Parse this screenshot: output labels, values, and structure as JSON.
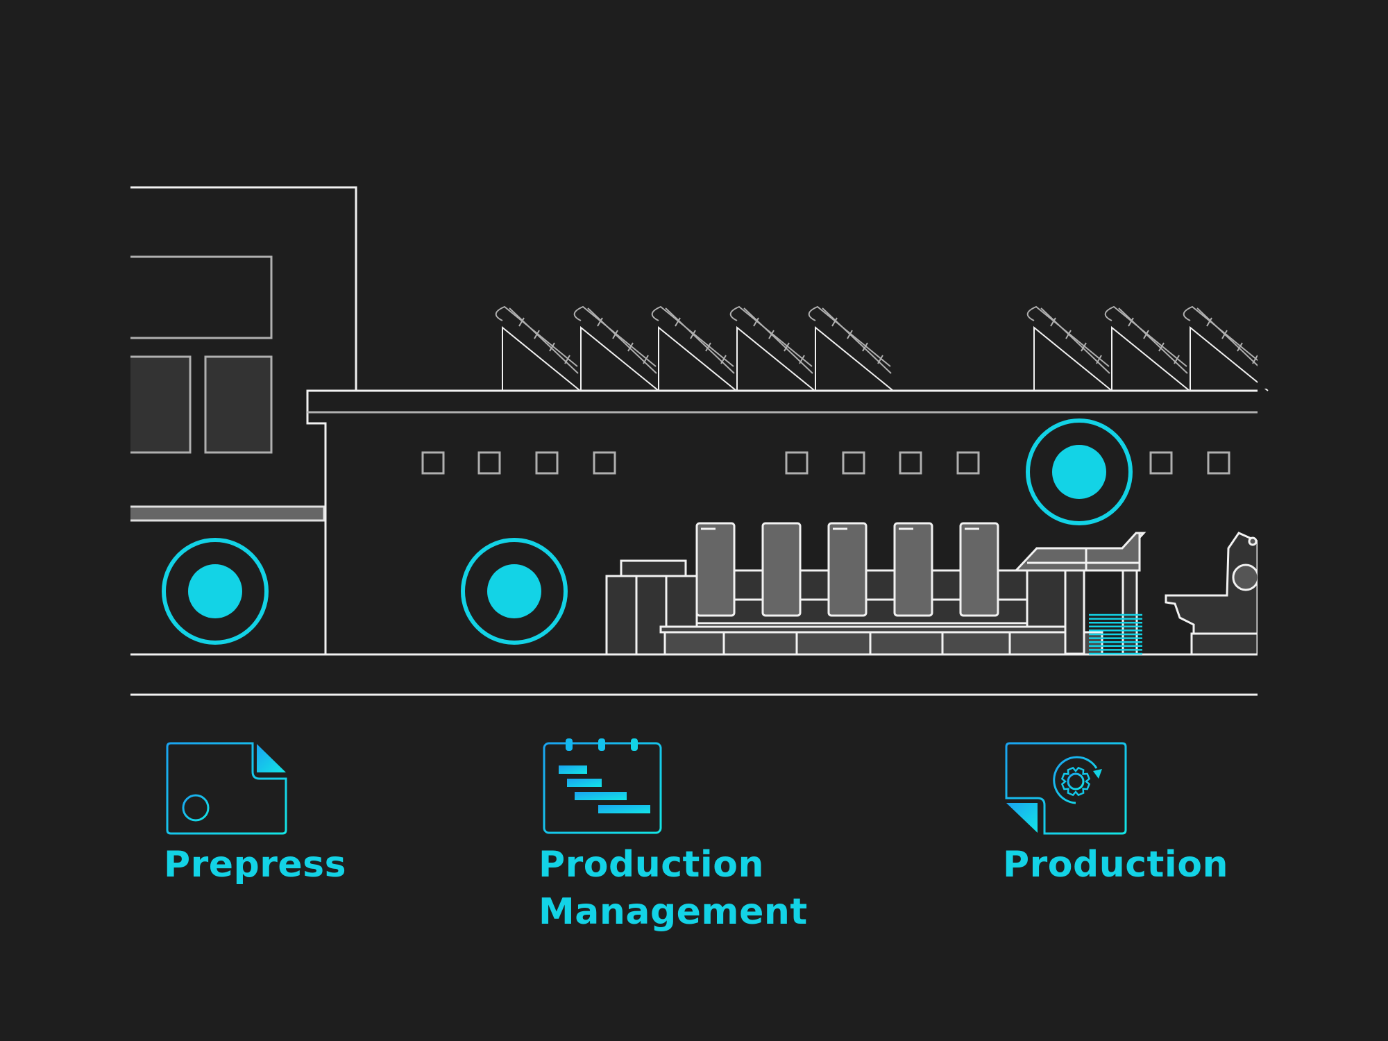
{
  "colors": {
    "background": "#1e1e1e",
    "accent": "#13d3e6",
    "accent_gradient_start": "#1aa3f0",
    "accent_gradient_end": "#13e6e6",
    "outline_bright": "#f2f2f2",
    "outline_dim": "#b0b0b0",
    "machine_fill": "#666666",
    "machine_dark_fill": "#333333"
  },
  "scene": {
    "description": "Print factory line illustration with solar panels, printing press and three hotspots",
    "hotspots": [
      {
        "name": "prepress-hotspot",
        "stage": "Prepress"
      },
      {
        "name": "production-management-hotspot",
        "stage": "Production Management"
      },
      {
        "name": "production-hotspot",
        "stage": "Production"
      }
    ]
  },
  "stages": [
    {
      "icon": "document-crosshair-icon",
      "label": "Prepress"
    },
    {
      "icon": "gantt-calendar-icon",
      "label": "Production\nManagement",
      "label_line1": "Production",
      "label_line2": "Management"
    },
    {
      "icon": "document-gear-cycle-icon",
      "label": "Production"
    }
  ]
}
